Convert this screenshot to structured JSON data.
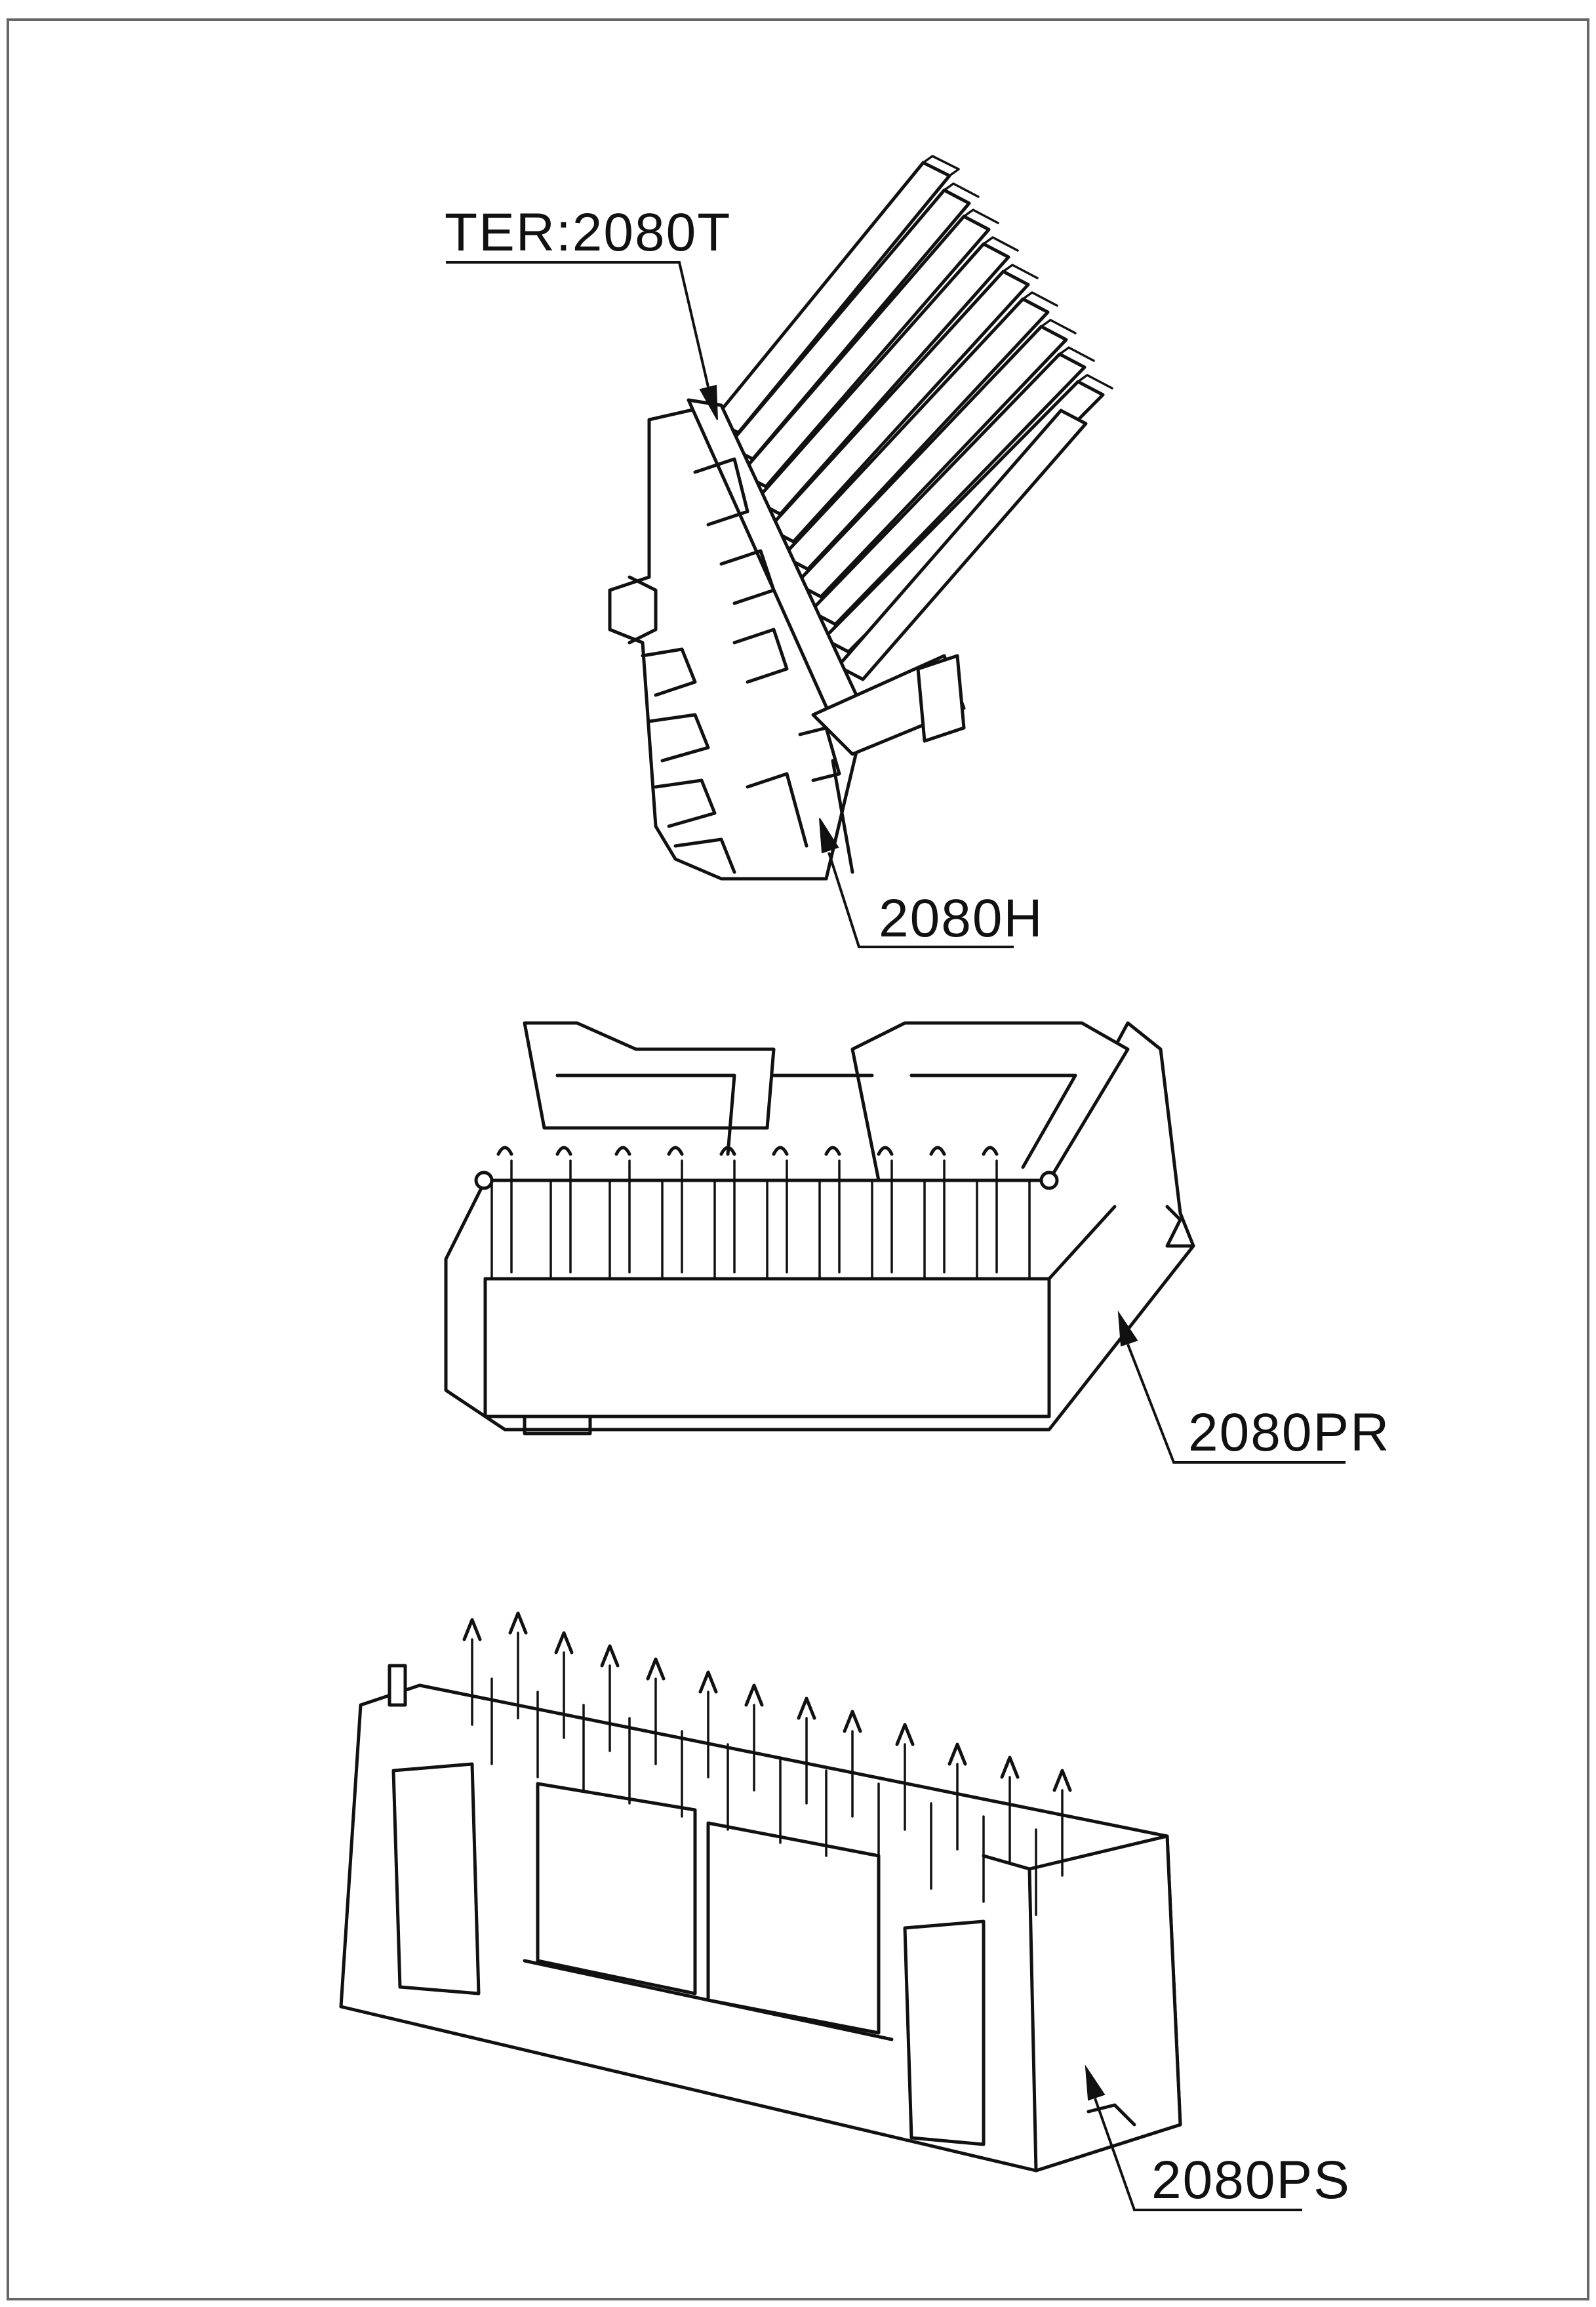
{
  "callouts": {
    "terminal": "TER:2080T",
    "housing": "2080H",
    "right_angle_header": "2080PR",
    "straight_header": "2080PS"
  },
  "colors": {
    "ink": "#111111",
    "paper": "#ffffff"
  }
}
